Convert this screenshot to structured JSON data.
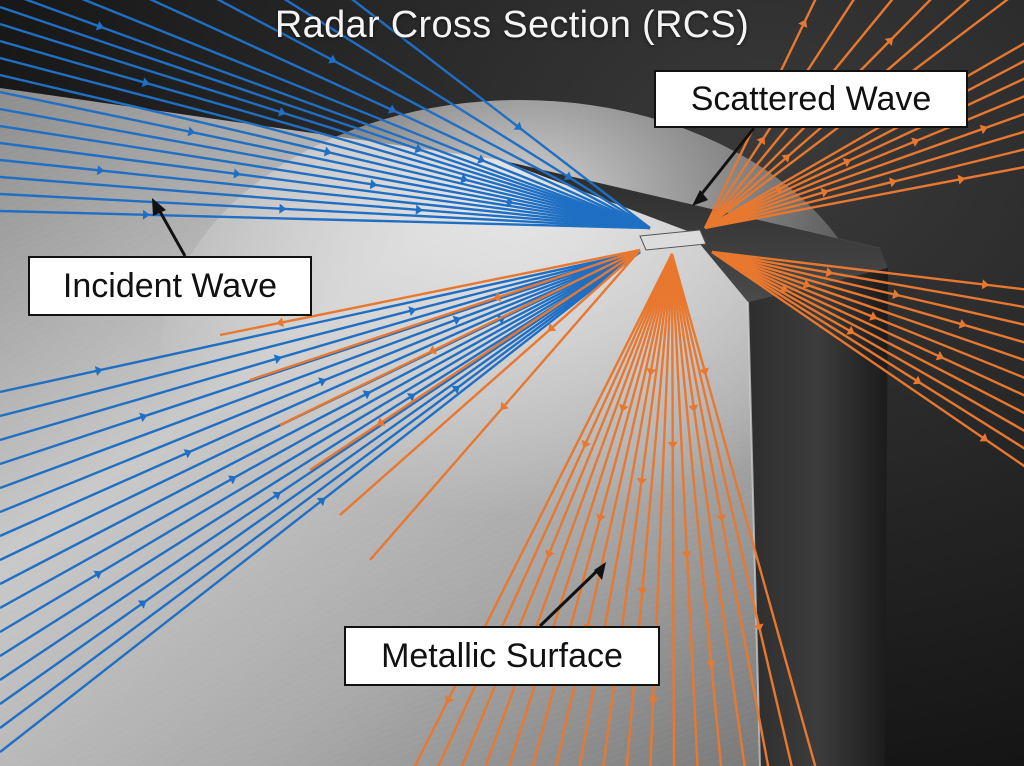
{
  "title": "Radar Cross Section (RCS)",
  "labels": {
    "incident": "Incident Wave",
    "scattered": "Scattered Wave",
    "metallic": "Metallic Surface"
  },
  "colors": {
    "incident_wave": "#1f6fc4",
    "scattered_wave": "#e8782f",
    "pointer": "#111111"
  }
}
